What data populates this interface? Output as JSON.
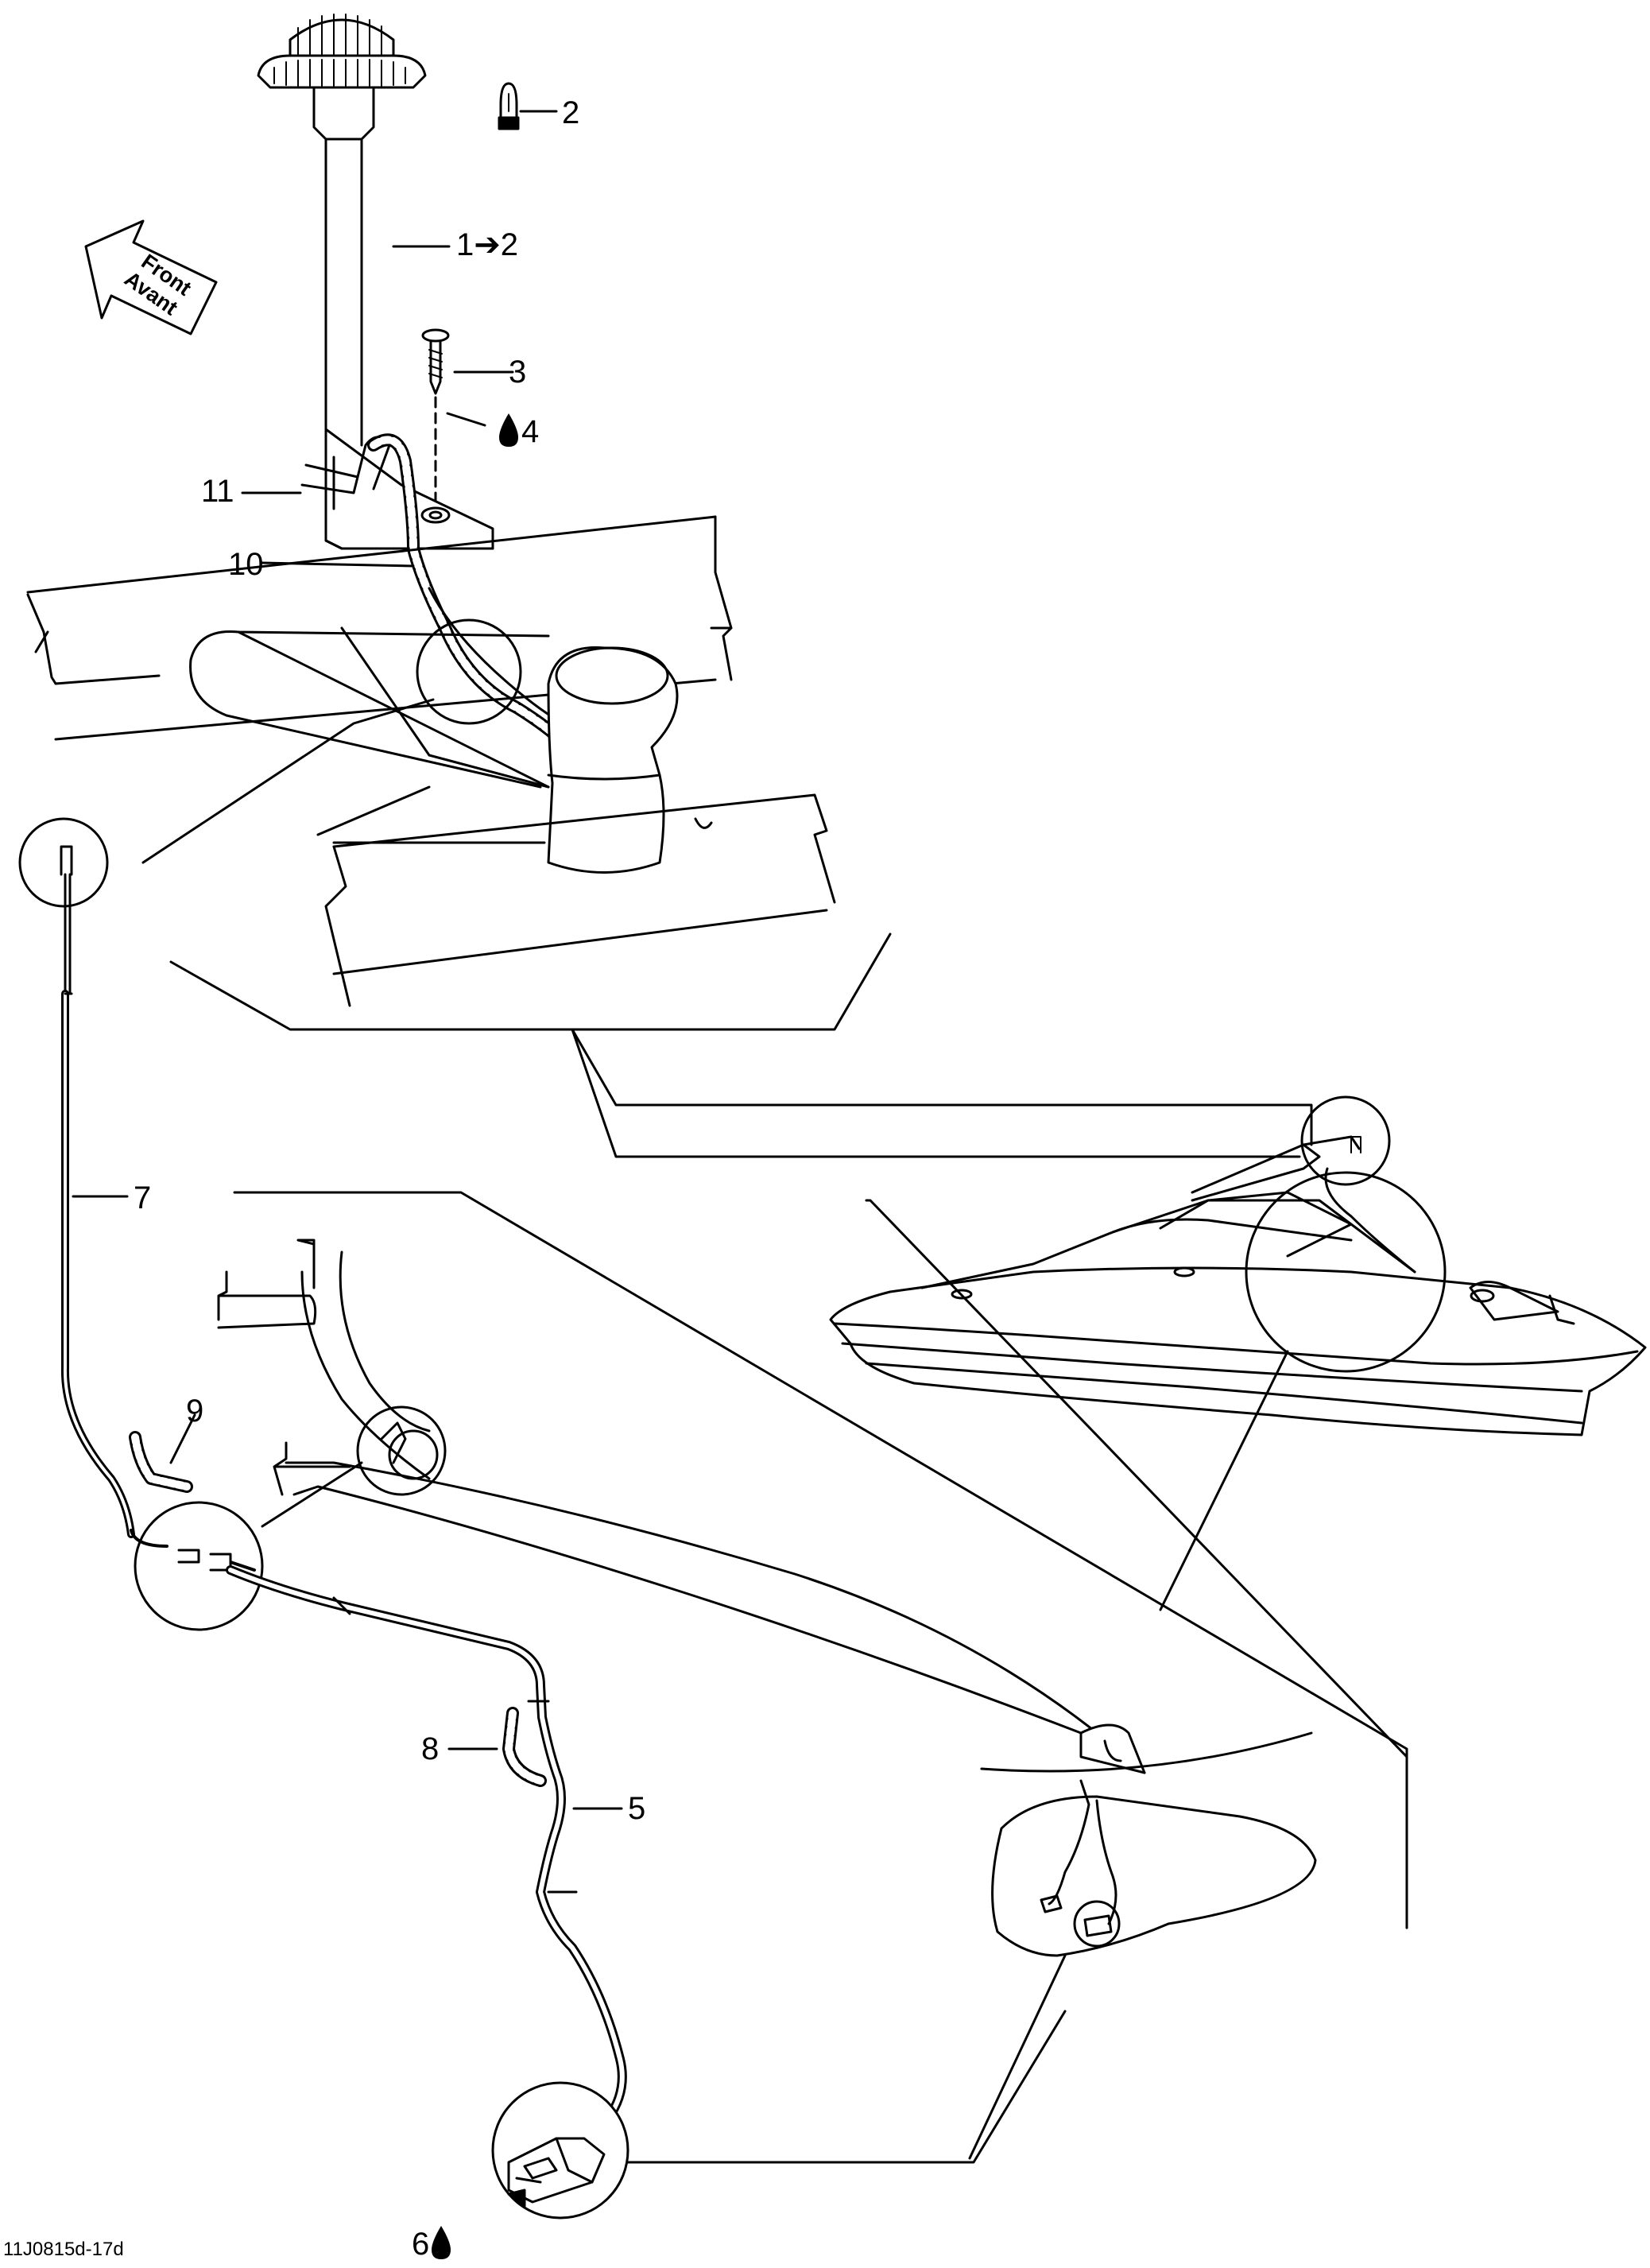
{
  "figure_code": "11J0815d-17d",
  "front_arrow": {
    "line1": "Front",
    "line2": "Avant"
  },
  "callouts": [
    {
      "id": "c2",
      "text": "2"
    },
    {
      "id": "c1to2",
      "text": "1➔2"
    },
    {
      "id": "c3",
      "text": "3"
    },
    {
      "id": "c4",
      "text": "4",
      "drop": true
    },
    {
      "id": "c11",
      "text": "11"
    },
    {
      "id": "c10",
      "text": "10"
    },
    {
      "id": "c7",
      "text": "7"
    },
    {
      "id": "c9",
      "text": "9"
    },
    {
      "id": "c8",
      "text": "8"
    },
    {
      "id": "c5",
      "text": "5"
    },
    {
      "id": "c6",
      "text": "6",
      "drop": true
    }
  ],
  "colors": {
    "line": "#000000",
    "background": "#ffffff"
  }
}
